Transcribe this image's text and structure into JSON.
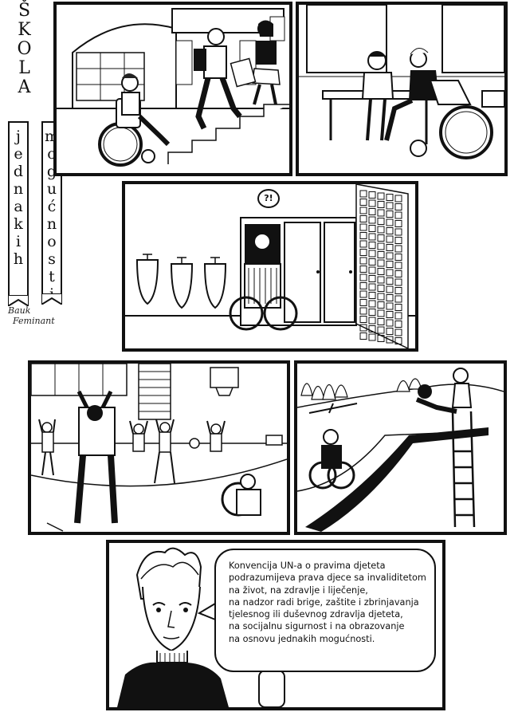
{
  "title": {
    "skola": "ŠKOLA",
    "jednakih": "jednakih",
    "mogucnosti": "mogućnosti"
  },
  "signature": {
    "line1": "Bauk",
    "line2": "Feminant"
  },
  "panels": {
    "toilet": {
      "thought_text": "?!"
    }
  },
  "speech": {
    "lines": [
      "Konvencija UN-a o pravima djeteta",
      "podrazumijeva prava djece sa invaliditetom",
      "na život, na zdravlje i liječenje,",
      "na nadzor radi brige, zaštite i zbrinjavanja",
      "tjelesnog ili duševnog zdravlja djeteta,",
      "na socijalnu sigurnost i na obrazovanje",
      "na osnovu jednakih mogućnosti."
    ]
  }
}
